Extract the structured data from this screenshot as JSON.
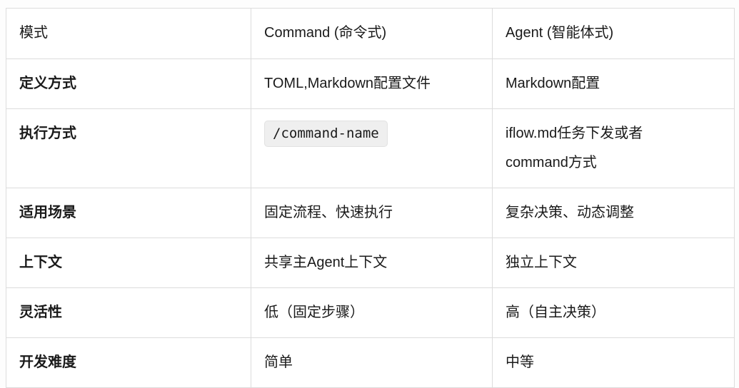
{
  "table": {
    "columns": [
      "模式",
      "Command (命令式)",
      "Agent (智能体式)"
    ],
    "rows": [
      {
        "label": "模式",
        "command": "Command (命令式)",
        "agent": "Agent (智能体式)",
        "is_header": true
      },
      {
        "label": "定义方式",
        "command": "TOML,Markdown配置文件",
        "agent": "Markdown配置",
        "is_header": false
      },
      {
        "label": "执行方式",
        "command_code": "/command-name",
        "agent_line1": "iflow.md任务下发或者",
        "agent_line2": "command方式",
        "is_header": false
      },
      {
        "label": "适用场景",
        "command": "固定流程、快速执行",
        "agent": "复杂决策、动态调整",
        "is_header": false
      },
      {
        "label": "上下文",
        "command": "共享主Agent上下文",
        "agent": "独立上下文",
        "is_header": false
      },
      {
        "label": "灵活性",
        "command": "低（固定步骤）",
        "agent": "高（自主决策）",
        "is_header": false
      },
      {
        "label": "开发难度",
        "command": "简单",
        "agent": "中等",
        "is_header": false
      }
    ]
  },
  "colors": {
    "border": "#dcdcdc",
    "text": "#1a1a1a",
    "page_background": "#fdfdfd",
    "table_background": "#ffffff",
    "code_background": "#efefef",
    "code_border": "#e2e2e2"
  }
}
